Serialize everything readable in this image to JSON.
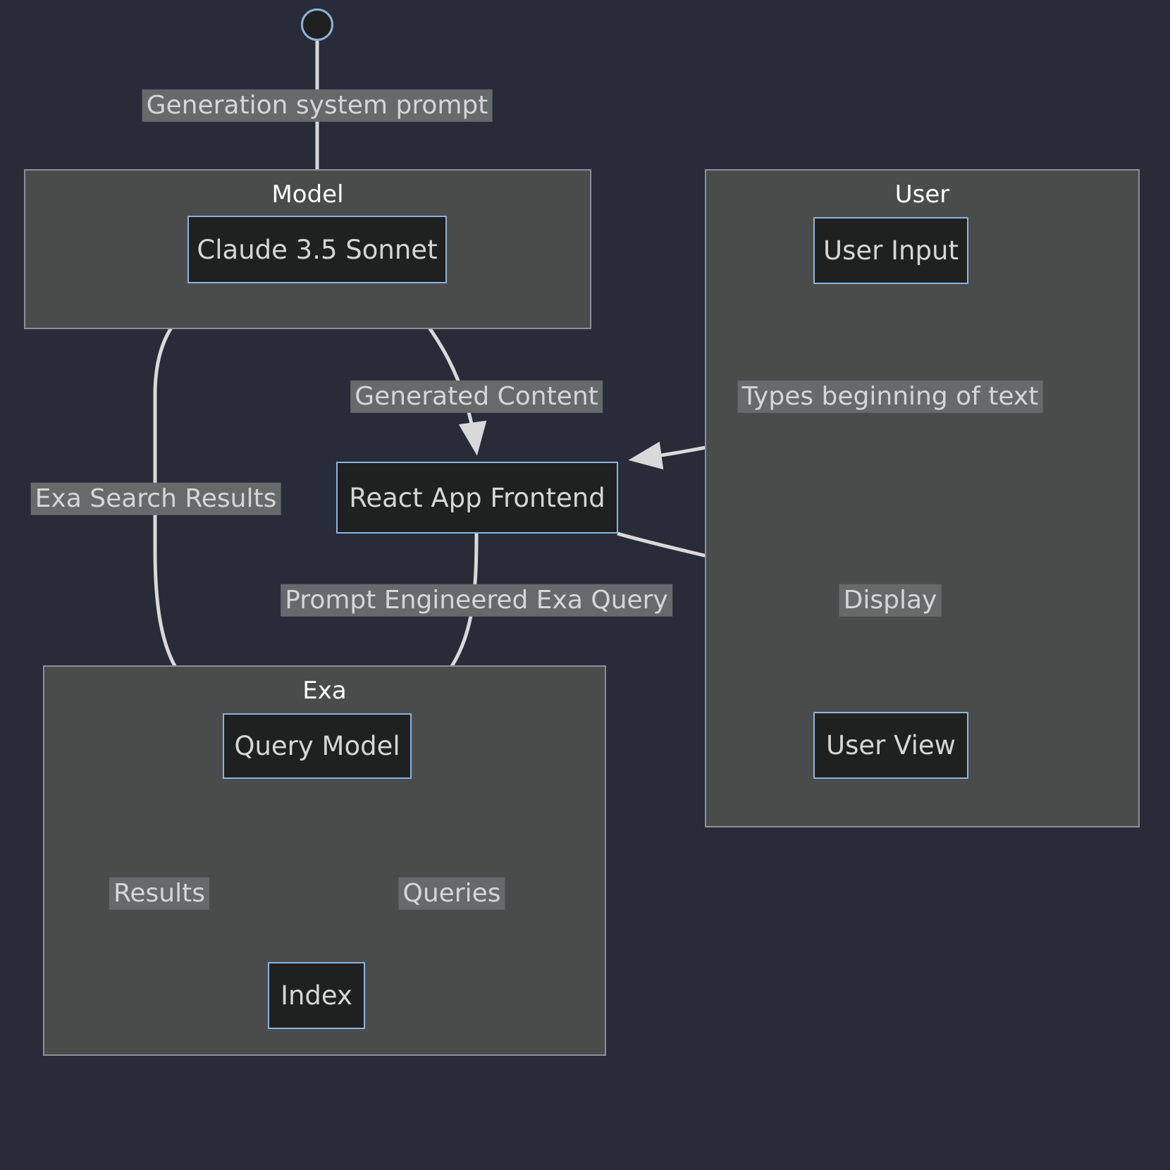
{
  "diagram": {
    "background_color": "#282c38",
    "cluster_fill": "#4a4c4c",
    "cluster_stroke": "#8a8f98",
    "node_fill": "#1f2020",
    "node_stroke": "#89b4dd",
    "edge_color": "#d9d9d9",
    "label_bg": "#67696b",
    "label_text_color": "#d6d6d6",
    "title_color": "#ffffff"
  },
  "start": {
    "name": "start-node"
  },
  "clusters": [
    {
      "id": "model",
      "title": "Model"
    },
    {
      "id": "user",
      "title": "User"
    },
    {
      "id": "exa",
      "title": "Exa"
    }
  ],
  "nodes": [
    {
      "id": "claude",
      "label": "Claude 3.5 Sonnet"
    },
    {
      "id": "react",
      "label": "React App Frontend"
    },
    {
      "id": "userinput",
      "label": "User Input"
    },
    {
      "id": "userview",
      "label": "User View"
    },
    {
      "id": "querymodel",
      "label": "Query Model"
    },
    {
      "id": "index",
      "label": "Index"
    }
  ],
  "edges": [
    {
      "id": "e1",
      "from": "start",
      "to": "claude",
      "label": "Generation system prompt"
    },
    {
      "id": "e2",
      "from": "claude",
      "to": "react",
      "label": "Generated Content"
    },
    {
      "id": "e3",
      "from": "react",
      "to": "querymodel",
      "label": "Prompt Engineered Exa Query"
    },
    {
      "id": "e4",
      "from": "querymodel",
      "to": "claude",
      "label": "Exa Search Results"
    },
    {
      "id": "e5",
      "from": "userinput",
      "to": "react",
      "label": "Types beginning of text"
    },
    {
      "id": "e6",
      "from": "react",
      "to": "userview",
      "label": "Display"
    },
    {
      "id": "e7",
      "from": "querymodel",
      "to": "index",
      "label": "Queries"
    },
    {
      "id": "e8",
      "from": "index",
      "to": "querymodel",
      "label": "Results"
    }
  ]
}
